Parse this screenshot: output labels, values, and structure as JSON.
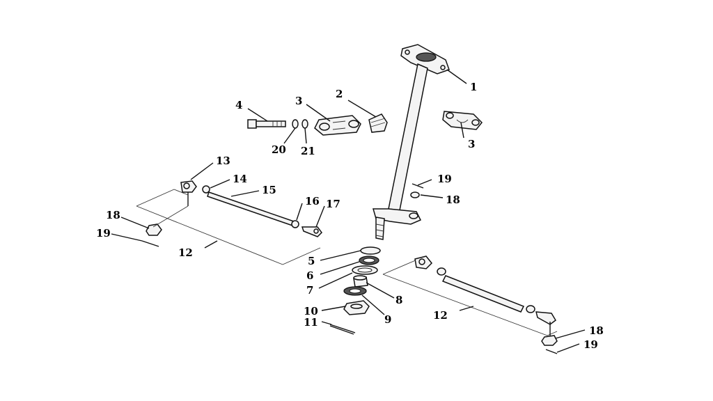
{
  "callouts": [
    {
      "id": "c1",
      "label": "1"
    },
    {
      "id": "c2",
      "label": "2"
    },
    {
      "id": "c3a",
      "label": "3"
    },
    {
      "id": "c3b",
      "label": "3"
    },
    {
      "id": "c4",
      "label": "4"
    },
    {
      "id": "c5",
      "label": "5"
    },
    {
      "id": "c6",
      "label": "6"
    },
    {
      "id": "c7",
      "label": "7"
    },
    {
      "id": "c8",
      "label": "8"
    },
    {
      "id": "c9",
      "label": "9"
    },
    {
      "id": "c10",
      "label": "10"
    },
    {
      "id": "c11",
      "label": "11"
    },
    {
      "id": "c12a",
      "label": "12"
    },
    {
      "id": "c12b",
      "label": "12"
    },
    {
      "id": "c13",
      "label": "13"
    },
    {
      "id": "c14",
      "label": "14"
    },
    {
      "id": "c15",
      "label": "15"
    },
    {
      "id": "c16",
      "label": "16"
    },
    {
      "id": "c17",
      "label": "17"
    },
    {
      "id": "c18a",
      "label": "18"
    },
    {
      "id": "c18b",
      "label": "18"
    },
    {
      "id": "c18c",
      "label": "18"
    },
    {
      "id": "c19a",
      "label": "19"
    },
    {
      "id": "c19b",
      "label": "19"
    },
    {
      "id": "c19c",
      "label": "19"
    },
    {
      "id": "c20",
      "label": "20"
    },
    {
      "id": "c21",
      "label": "21"
    }
  ]
}
